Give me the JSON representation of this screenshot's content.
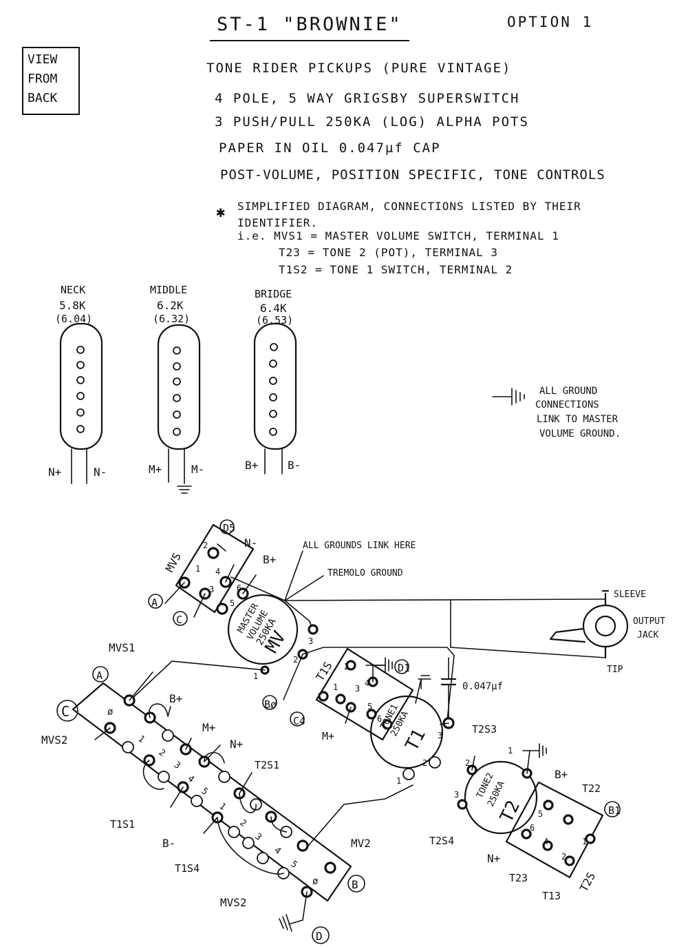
{
  "header": {
    "title": "ST-1 \"BROWNIE\"",
    "option": "OPTION 1",
    "view_box": [
      "VIEW",
      "FROM",
      "BACK"
    ]
  },
  "specs": [
    "TONE RIDER PICKUPS (PURE VINTAGE)",
    "4 POLE, 5 WAY GRIGSBY SUPERSWITCH",
    "3 PUSH/PULL 250KA (LOG) ALPHA POTS",
    "PAPER IN OIL 0.047µf CAP",
    "POST-VOLUME, POSITION SPECIFIC, TONE CONTROLS"
  ],
  "notes": {
    "asterisk": "✱",
    "line1": "SIMPLIFIED DIAGRAM, CONNECTIONS LISTED BY THEIR",
    "line2": "IDENTIFIER.",
    "line3": "i.e. MVS1 = MASTER VOLUME SWITCH, TERMINAL 1",
    "line4": "T23 = TONE 2 (POT), TERMINAL 3",
    "line5": "T1S2 = TONE 1 SWITCH, TERMINAL 2"
  },
  "pickups": [
    {
      "name": "NECK",
      "reading": "5.8K",
      "spec": "(6.04)",
      "plus": "N+",
      "minus": "N-"
    },
    {
      "name": "MIDDLE",
      "reading": "6.2K",
      "spec": "(6.32)",
      "plus": "M+",
      "minus": "M-"
    },
    {
      "name": "BRIDGE",
      "reading": "6.4K",
      "spec": "(6.53)",
      "plus": "B+",
      "minus": "B-"
    }
  ],
  "ground_legend": [
    "ALL GROUND",
    "CONNECTIONS",
    "LINK TO MASTER",
    "VOLUME GROUND."
  ],
  "master_volume": {
    "switch_label": "MVS",
    "pot_line1": "MASTER",
    "pot_line2": "VOLUME",
    "pot_line3": "250KA",
    "pot_id": "MV",
    "d5": "D5",
    "n_minus": "N-",
    "b_plus": "B+",
    "a": "A",
    "c": "C",
    "all_grounds": "ALL GROUNDS LINK HERE",
    "tremolo": "TREMOLO GROUND",
    "terminals": [
      "1",
      "2",
      "3",
      "4",
      "5",
      "6"
    ],
    "pot_terms": [
      "1",
      "2",
      "3"
    ]
  },
  "jack": {
    "sleeve": "SLEEVE",
    "line1": "OUTPUT",
    "line2": "JACK",
    "tip": "TIP"
  },
  "tone1": {
    "switch_label": "T1S",
    "pot_line1": "TONE1",
    "pot_line2": "250KA",
    "pot_id": "T1",
    "d1": "D1",
    "b0": "Bø",
    "c4": "C4",
    "m_plus": "M+",
    "cap": "0.047µf",
    "terminals": [
      "1",
      "2",
      "3",
      "4",
      "5",
      "6"
    ],
    "pot_terms": [
      "1",
      "2",
      "3"
    ]
  },
  "tone2": {
    "switch_label": "T2S",
    "pot_line1": "TONE2",
    "pot_line2": "250KA",
    "pot_id": "T2",
    "t2s3": "T2S3",
    "t2s4": "T2S4",
    "b_plus": "B+",
    "t22": "T22",
    "b1": "B1",
    "n_plus": "N+",
    "t23": "T23",
    "t13": "T13",
    "terminals": [
      "1",
      "2",
      "4",
      "5",
      "6"
    ],
    "pot_terms": [
      "1",
      "2",
      "3"
    ]
  },
  "superswitch": {
    "a": "A",
    "c": "C",
    "b": "B",
    "d": "D",
    "mvs1": "MVS1",
    "mvs2_top": "MVS2",
    "mvs2_bot": "MVS2",
    "b_plus": "B+",
    "m_plus": "M+",
    "n_plus": "N+",
    "t2s1": "T2S1",
    "t1s1": "T1S1",
    "b_minus": "B-",
    "t1s4": "T1S4",
    "mv2": "MV2",
    "zero": "ø",
    "row1": [
      "1",
      "2",
      "3",
      "4",
      "5"
    ],
    "row2": [
      "1",
      "2",
      "3",
      "4",
      "5"
    ]
  }
}
